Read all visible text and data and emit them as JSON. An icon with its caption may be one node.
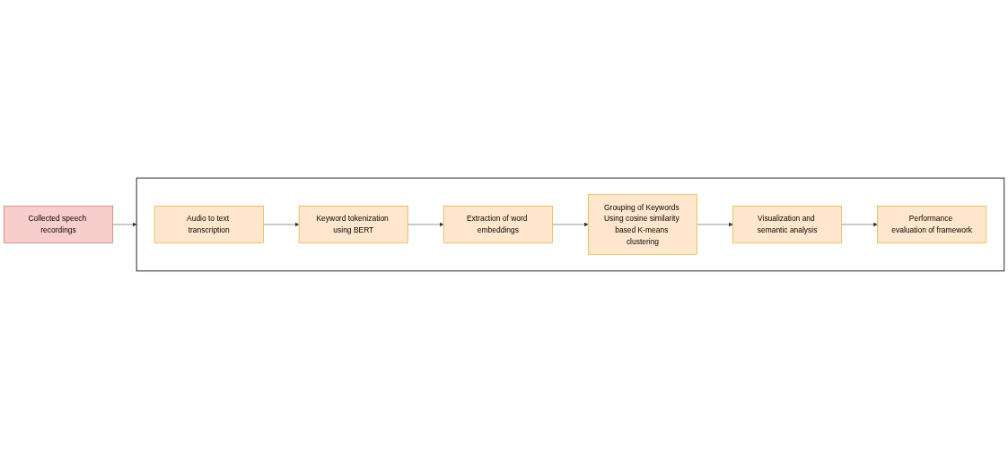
{
  "diagram": {
    "nodes": [
      {
        "text": [
          "Collected speech recordings"
        ]
      },
      {
        "text": [],
        "shape": "box"
      },
      {
        "text": [
          "Audio to text transcription"
        ],
        "in": 1
      },
      {
        "text": [
          "Keyword tokenization using BERT"
        ],
        "in": 1
      },
      {
        "text": [
          "Extraction of word embeddings"
        ],
        "in": 1
      },
      {
        "text": [
          "Grouping of Keywords Using cosine similarity based K-means clustering"
        ],
        "in": 1
      },
      {
        "text": [
          "Visualization and semantic analysis"
        ],
        "in": 1
      },
      {
        "text": [
          "Performance evaluation of framework"
        ],
        "in": 1
      }
    ],
    "edges": [
      {
        "from": 0,
        "to": 1,
        "arrow": "to"
      },
      {
        "from": 2,
        "to": 3,
        "arrow": "to"
      },
      {
        "from": 3,
        "to": 4,
        "arrow": "to"
      },
      {
        "from": 4,
        "to": 5,
        "arrow": "to"
      },
      {
        "from": 5,
        "to": 6,
        "arrow": "to"
      },
      {
        "from": 6,
        "to": 7,
        "arrow": "to"
      }
    ]
  }
}
